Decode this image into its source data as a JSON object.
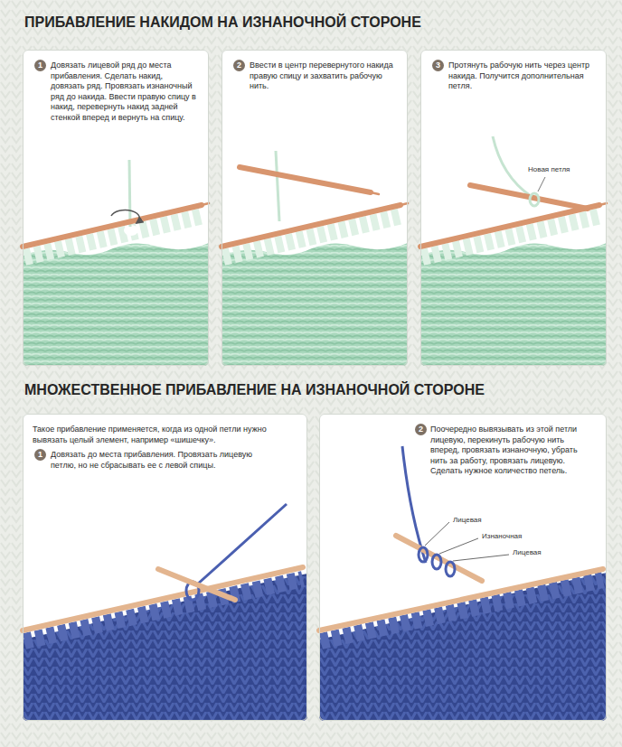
{
  "diagram": {
    "title": "ПРИБАВЛЕНИЕ НАКИДОМ НА ИЗНАНОЧНОЙ СТОРОНЕ",
    "nodes": [
      {
        "text": [
          "Довязать лицевой ряд до места прибавления. Сделать накид, довязать ряд. Провязать изнаночный ряд до накида. Ввести правую спицу в накид, перевернуть накид задней стенкой вперед и вернуть на спицу."
        ]
      },
      {
        "text": [
          "1"
        ],
        "in": 0
      },
      {
        "text": [
          "Ввести в центр перевернутого накида правую спицу и захватить рабочую нить."
        ]
      },
      {
        "text": [
          "2"
        ],
        "in": 2
      },
      {
        "text": [
          "Протянуть рабочую нить через центр накида. Получится дополнительная петля."
        ]
      },
      {
        "text": [
          "3"
        ],
        "in": 4
      },
      {
        "text": [
          "Такое прибавление применяется, когда из одной петли нужно вывязать целый элемент, например «шишечку».",
          "Довязать до места прибавления. Провязать лицевую петлю, но не сбрасывать ее с левой спицы."
        ]
      },
      {
        "text": [
          "1"
        ],
        "in": 6
      },
      {
        "text": [
          "Поочередно вывязывать из этой петли лицевую, перекинуть рабочую нить вперед, провязать изнаночную, убрать нить за работу, провязать лицевую. Сделать нужное количество петель."
        ]
      },
      {
        "text": [
          "2"
        ],
        "in": 8
      }
    ],
    "labels": [
      "МНОЖЕСТВЕННОЕ ПРИБАВЛЕНИЕ НА ИЗНАНОЧНОЙ СТОРОНЕ",
      "Новая петля",
      "Лицевая",
      "Изнаночная",
      "Лицевая"
    ]
  }
}
